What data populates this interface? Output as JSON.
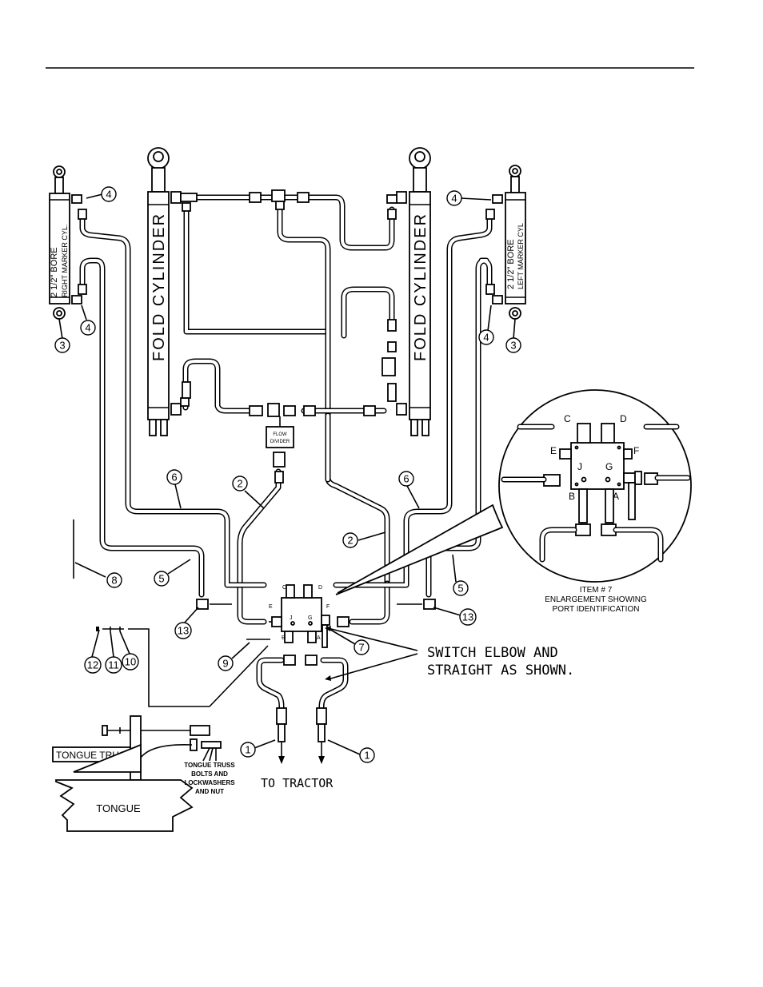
{
  "labels": {
    "fold_cylinder_left": "FOLD CYLINDER",
    "fold_cylinder_right": "FOLD CYLINDER",
    "right_marker_line1": "2 1/2\" BORE",
    "right_marker_line2": "RIGHT MARKER CYL.",
    "left_marker_line1": "2 1/2\" BORE",
    "left_marker_line2": "LEFT MARKER CYL",
    "flow_divider_line1": "FLOW",
    "flow_divider_line2": "DIVIDER",
    "switch_note_line1": "SWITCH ELBOW AND",
    "switch_note_line2": "STRAIGHT AS SHOWN.",
    "to_tractor": "TO TRACTOR",
    "tongue_truss": "TONGUE TRUSS",
    "tongue": "TONGUE",
    "bolts_line1": "TONGUE TRUSS",
    "bolts_line2": "BOLTS AND",
    "bolts_line3": "LOCKWASHERS",
    "bolts_line4": "AND NUT",
    "enlarge_line1": "ITEM # 7",
    "enlarge_line2": "ENLARGEMENT SHOWING",
    "enlarge_line3": "PORT IDENTIFICATION"
  },
  "ports": {
    "main": {
      "C": "C",
      "D": "D",
      "E": "E",
      "F": "F",
      "J": "J",
      "G": "G",
      "B": "B",
      "A": "A"
    },
    "detail": {
      "C": "C",
      "D": "D",
      "E": "E",
      "F": "F",
      "J": "J",
      "G": "G",
      "B": "B",
      "A": "A"
    }
  },
  "callouts": {
    "c1a": "1",
    "c1b": "1",
    "c2a": "2",
    "c2b": "2",
    "c3a": "3",
    "c3b": "3",
    "c4a": "4",
    "c4b": "4",
    "c4c": "4",
    "c4d": "4",
    "c5a": "5",
    "c5b": "5",
    "c6a": "6",
    "c6b": "6",
    "c7": "7",
    "c8": "8",
    "c9": "9",
    "c10": "10",
    "c11": "11",
    "c12": "12",
    "c13a": "13",
    "c13b": "13"
  }
}
